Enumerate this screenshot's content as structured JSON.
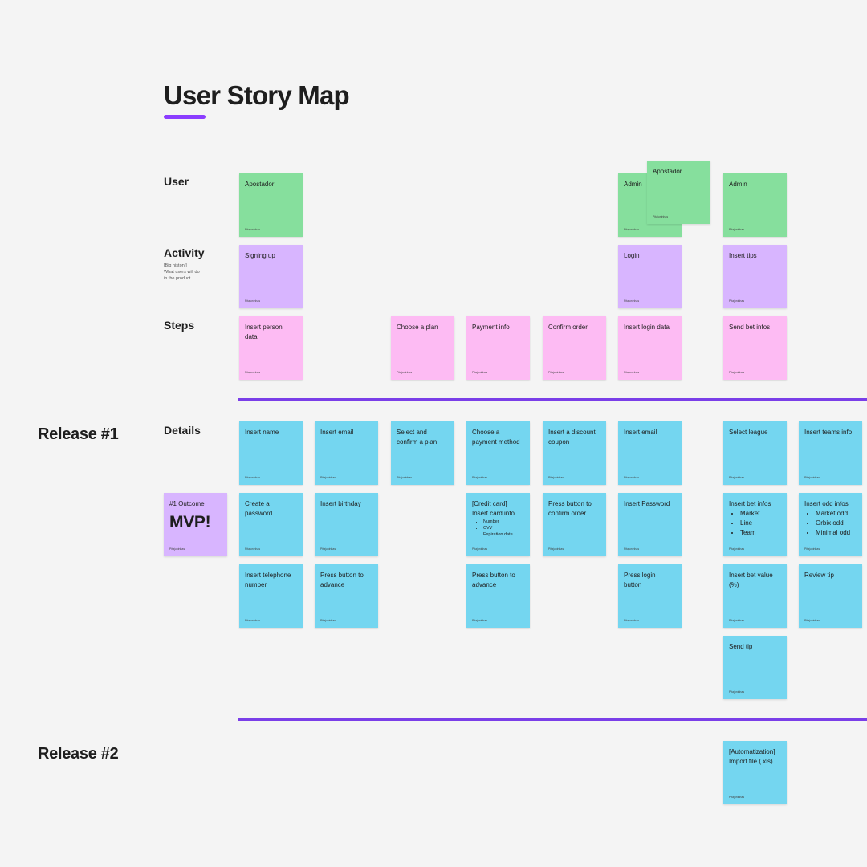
{
  "title": "User Story Map",
  "labels": {
    "user": "User",
    "activity": "Activity",
    "activity_sub": "[Big history]\nWhat users will do\nin the product",
    "steps": "Steps",
    "details": "Details"
  },
  "releases": {
    "r1": "Release #1",
    "r2": "Release #2"
  },
  "author": "Pitajuninhas",
  "notes": {
    "apostador_user": "Apostador",
    "admin_user_1": "Admin",
    "apostador_user_2": "Apostador",
    "admin_user_2": "Admin",
    "signing_up": "Signing up",
    "login": "Login",
    "insert_tips": "Insert tips",
    "insert_person_data": "Insert person\ndata",
    "choose_plan": "Choose a plan",
    "payment_info": "Payment info",
    "confirm_order": "Confirm order",
    "insert_login_data": "Insert login data",
    "send_bet_infos": "Send bet infos",
    "insert_name": "Insert name",
    "insert_email": "Insert email",
    "select_confirm_plan": "Select and\nconfirm a plan",
    "choose_payment_method": "Choose a\npayment method",
    "insert_discount_coupon": "Insert a discount\ncoupon",
    "insert_email_login": "Insert email",
    "select_league": "Select league",
    "insert_teams_info": "Insert teams info",
    "create_password": "Create a\npassword",
    "insert_birthday": "Insert birthday",
    "credit_card": "[Credit card]\nInsert card info",
    "credit_card_items": [
      "Number",
      "CVV",
      "Expiration date"
    ],
    "press_confirm_order": "Press button to\nconfirm order",
    "insert_password": "Insert Password",
    "insert_bet_infos": "Insert bet infos",
    "bet_infos_items": [
      "Market",
      "Line",
      "Team"
    ],
    "insert_odd_infos": "Insert odd infos",
    "odd_infos_items": [
      "Market odd",
      "Orbix odd",
      "Minimal odd"
    ],
    "insert_telephone": "Insert telephone\nnumber",
    "press_advance_1": "Press button to\nadvance",
    "press_advance_2": "Press button to\nadvance",
    "press_login": "Press login\nbutton",
    "insert_bet_value": "Insert bet value\n(%)",
    "review_tip": "Review tip",
    "send_tip": "Send tip",
    "automatization": "[Automatization]\nImport file (.xls)"
  },
  "outcome": {
    "label": "#1 Outcome",
    "value": "MVP!"
  },
  "colors": {
    "user": "#86df9d",
    "activity": "#d8b5ff",
    "step": "#fdbbf3",
    "detail": "#74d6f0",
    "divider": "#7a3ee8"
  }
}
